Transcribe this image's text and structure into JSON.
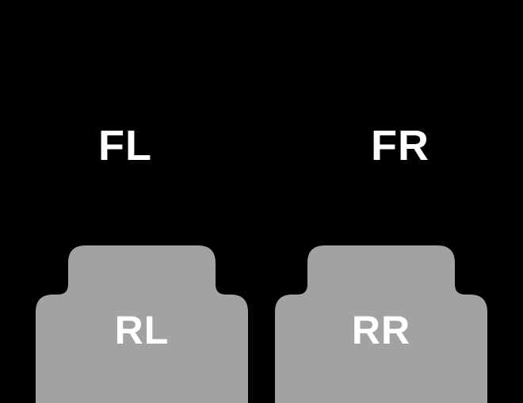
{
  "colors": {
    "background": "#000000",
    "mat": "#a2a2a2",
    "label": "#ffffff"
  },
  "front_labels": {
    "fl": "FL",
    "fr": "FR"
  },
  "rear_mats": {
    "rl": "RL",
    "rr": "RR"
  }
}
